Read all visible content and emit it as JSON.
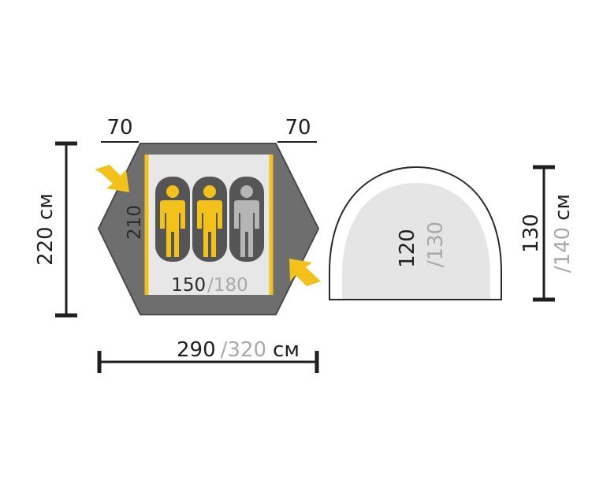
{
  "dimensions": {
    "vestibule_left": "70",
    "vestibule_right": "70",
    "total_depth": "220 см",
    "inner_length": "210",
    "inner_width_main": "150",
    "inner_width_alt": "/180",
    "total_width_main": "290",
    "total_width_alt": "/320",
    "total_width_unit": "см",
    "inner_height_main": "120",
    "inner_height_alt": "/130",
    "outer_height_main": "130",
    "outer_height_alt": "/140",
    "outer_height_unit": "см"
  },
  "sleepers": [
    {
      "color": "#f2c21a"
    },
    {
      "color": "#f2c21a"
    },
    {
      "color": "#b5b5b5"
    }
  ],
  "colors": {
    "accent": "#f2c21a",
    "outer": "#6e6e6e",
    "inner": "#e5e5e5",
    "mat_dark": "#555555",
    "line": "#1f1f1f"
  }
}
